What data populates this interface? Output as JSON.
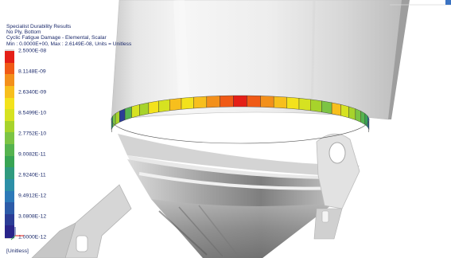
{
  "header": {
    "line1": "Specialist Durability Results",
    "line2": "No Ply, Bottom",
    "line3": "Cyclic Fatigue Damage - Elemental, Scalar",
    "line4": "Min : 0.0000E+00, Max : 2.6149E-08, Units = Unitless"
  },
  "legend": {
    "labels": [
      "2.5000E-08",
      "8.1148E-09",
      "2.6340E-09",
      "8.5499E-10",
      "2.7752E-10",
      "9.0082E-11",
      "2.9240E-11",
      "9.4912E-12",
      "3.0808E-12",
      "1.0000E-12"
    ],
    "colors": [
      "#e41f17",
      "#f05a16",
      "#f3901b",
      "#f7bf1d",
      "#f3e21c",
      "#d6e221",
      "#a7d32b",
      "#7cc444",
      "#55b34f",
      "#38a454",
      "#2f9a7e",
      "#2c8fa7",
      "#2c79b8",
      "#2c5ba8",
      "#2b3d96",
      "#29248a"
    ],
    "units": "[Unitless]"
  },
  "ring": {
    "colors": [
      "#38a454",
      "#2f9a7e",
      "#7cc444",
      "#a7d32b",
      "#2b3d96",
      "#55b34f",
      "#d6e221",
      "#a7d32b",
      "#f3e21c",
      "#d6e221",
      "#f7bf1d",
      "#f3e21c",
      "#f7bf1d",
      "#f3901b",
      "#f05a16",
      "#e41f17",
      "#f05a16",
      "#f3901b",
      "#f7bf1d",
      "#f3e21c",
      "#d6e221",
      "#a7d32b",
      "#7cc444",
      "#f7bf1d",
      "#d6e221",
      "#a7d32b",
      "#7cc444",
      "#55b34f",
      "#38a454",
      "#2c79b8",
      "#2b3d96"
    ]
  }
}
